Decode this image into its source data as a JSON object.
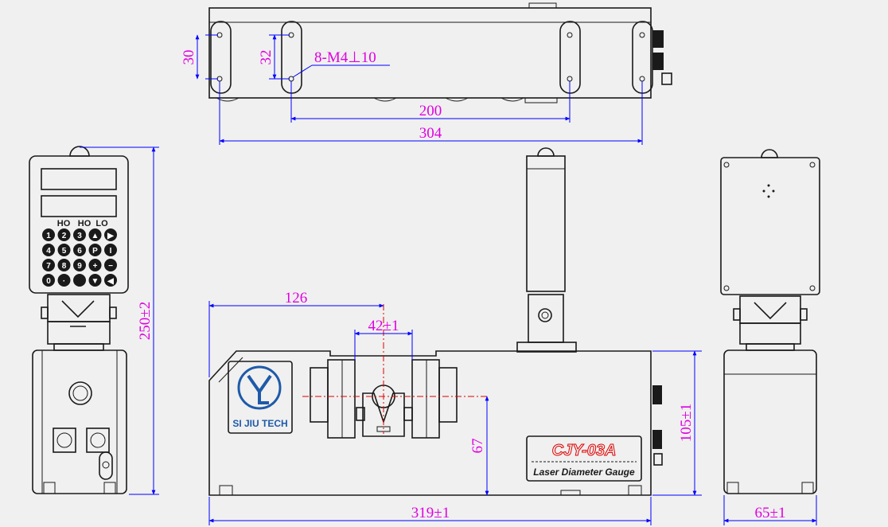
{
  "dimensions": {
    "top_hole_v_left": "30",
    "top_hole_v_right": "32",
    "thread_note": "8-M4⊥10",
    "top_hole_spacing": "200",
    "top_length": "304",
    "left_height": "250±2",
    "front_gap_left": "126",
    "front_throat": "42±1",
    "front_center_height": "67",
    "front_height": "105±1",
    "front_length": "319±1",
    "side_width": "65±1"
  },
  "labels": {
    "brand": "SI JIU TECH",
    "model": "CJY-03A",
    "product": "Laser Diameter Gauge",
    "key_ho1": "HO",
    "key_ho2": "HO",
    "key_lo": "LO"
  },
  "keypad": [
    [
      "1",
      "2",
      "3",
      "▲",
      "▶"
    ],
    [
      "4",
      "5",
      "6",
      "P",
      "I"
    ],
    [
      "7",
      "8",
      "9",
      "+",
      "−"
    ],
    [
      "0",
      "·",
      "",
      "▼",
      "◀"
    ]
  ],
  "colors": {
    "line": "#1a1a1a",
    "dimension_line": "#0000ff",
    "dimension_text": "#e000e0",
    "center_line": "#e00000",
    "logo": "#1e5aa8"
  }
}
